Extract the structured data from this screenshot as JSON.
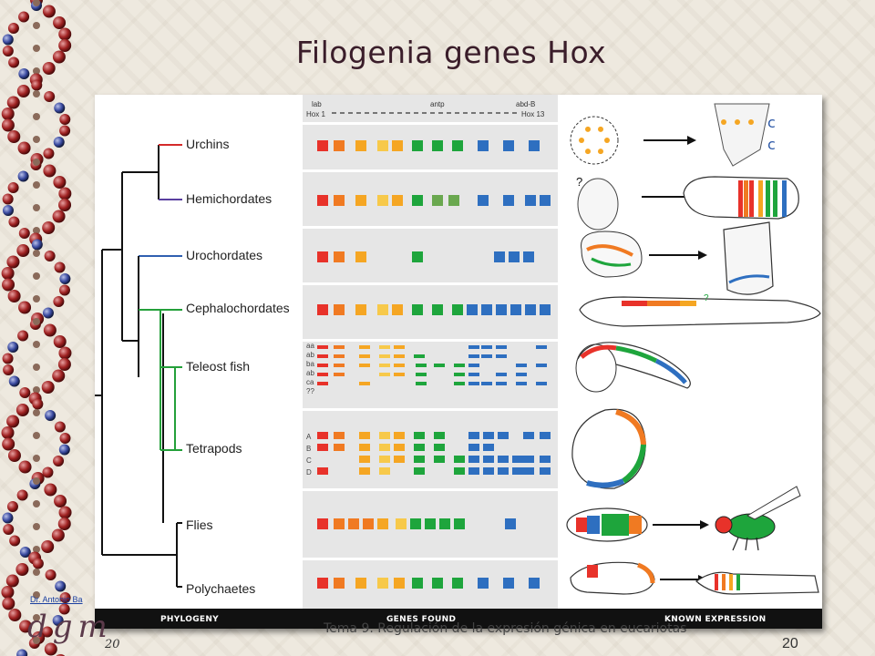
{
  "slide": {
    "title": "Filogenia genes Hox",
    "footer_link": "Dr. Antonio Ba",
    "footer_text": "Tema 9. Regulación de la expresión génica en eucariotas",
    "page_left": "20",
    "page_right": "20",
    "logo_text": "dgm"
  },
  "figure": {
    "columns": [
      "PHYLOGENY",
      "GENES FOUND",
      "KNOWN EXPRESSION"
    ],
    "gene_header": {
      "left_top": "lab",
      "left_bottom": "Hox 1",
      "middle": "antp",
      "right_top": "abd-B",
      "right_bottom": "Hox 13"
    },
    "taxa": [
      {
        "name": "Urchins",
        "color": "#d42a2a"
      },
      {
        "name": "Hemichordates",
        "color": "#5a3fa0"
      },
      {
        "name": "Urochordates",
        "color": "#2f5fb0"
      },
      {
        "name": "Cephalochordates",
        "color": "#24a03a"
      },
      {
        "name": "Teleost fish",
        "color": "#24a03a"
      },
      {
        "name": "Tetrapods",
        "color": "#24a03a"
      },
      {
        "name": "Flies",
        "color": "#111111"
      },
      {
        "name": "Polychaetes",
        "color": "#111111"
      }
    ],
    "fish_rows": [
      "aa",
      "ab",
      "ba",
      "ab",
      "ca",
      "??"
    ],
    "tetrapod_rows": [
      "A",
      "B",
      "C",
      "D"
    ],
    "expression_marks": [
      "?",
      "?"
    ]
  },
  "colors": {
    "red": "#e8322a",
    "orange": "#f07a22",
    "gold": "#f5a623",
    "yellow": "#f7c94a",
    "green": "#1ea53c",
    "olive": "#6aa84f",
    "blue": "#2e6fc0",
    "panel_gray": "#e6e6e6",
    "legend_bar": "#111111"
  }
}
